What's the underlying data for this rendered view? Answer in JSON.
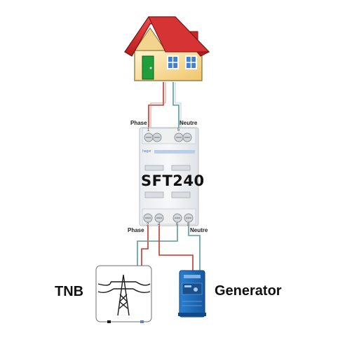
{
  "diagram": {
    "house": {
      "icon": "house-icon"
    },
    "contactor": {
      "model": "SFT240",
      "brand": "hager",
      "top_labels": {
        "left": "Phase",
        "right": "Neutre"
      },
      "bottom_labels": {
        "left": "Phase",
        "right": "Neutre"
      },
      "top_terminals": [
        "1",
        "5"
      ],
      "bottom_terminals": [
        "2",
        "4",
        "6",
        "8"
      ]
    },
    "sources": {
      "left": {
        "label": "TNB",
        "icon": "power-pylon-icon"
      },
      "right": {
        "label": "Generator",
        "icon": "inverter-charger-icon"
      }
    },
    "colors": {
      "phase_wire": "#c0392b",
      "neutral_wire": "#5a9aa0",
      "roof": "#d32f2f",
      "house_wall": "#f8e1a0",
      "door": "#1f9e3a",
      "window": "#3f7fd6",
      "inverter": "#1f6fbf"
    }
  }
}
